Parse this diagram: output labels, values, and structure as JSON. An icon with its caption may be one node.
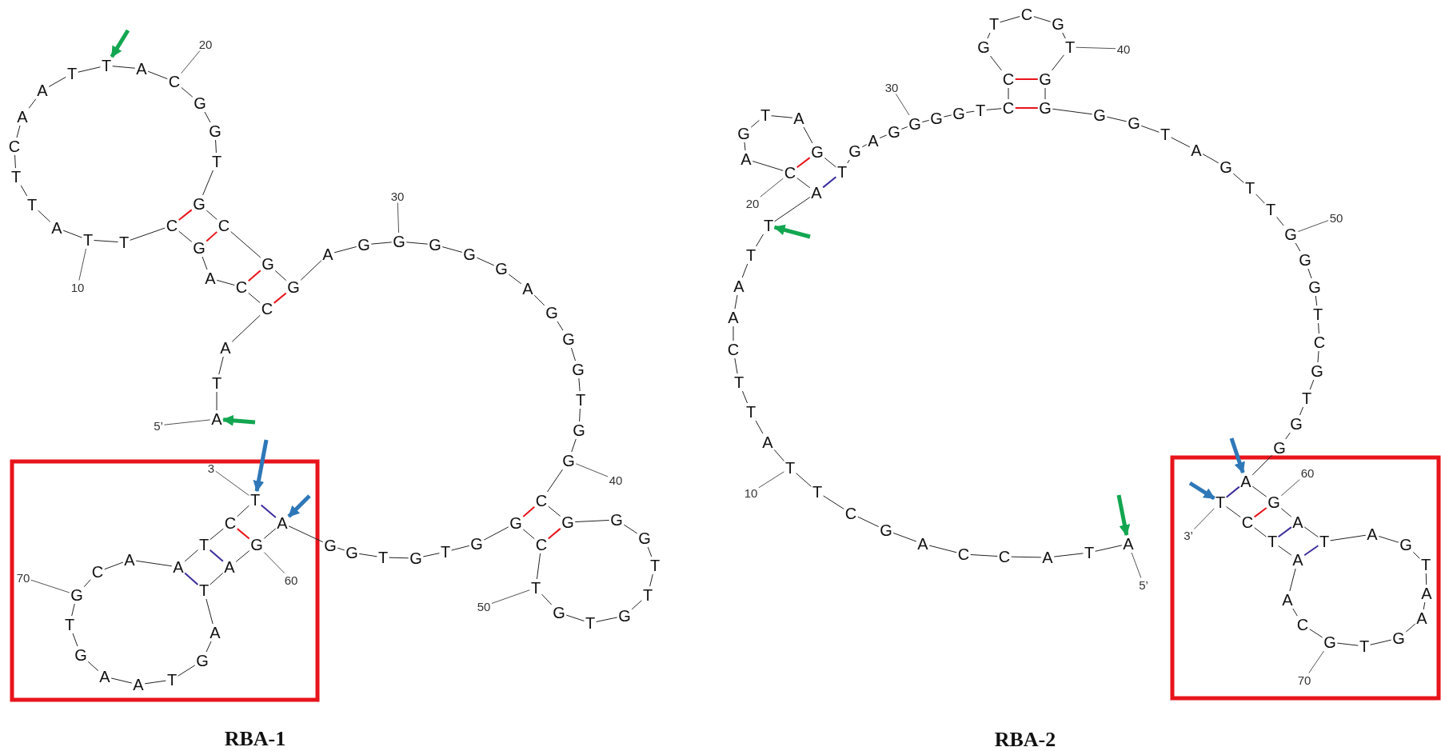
{
  "diagram": {
    "nodes": [
      {
        "text": [
          "A"
        ]
      },
      {
        "text": [
          "T"
        ]
      },
      {
        "text": [
          "A"
        ]
      },
      {
        "text": [
          "C"
        ]
      },
      {
        "text": [
          "C"
        ]
      },
      {
        "text": [
          "A"
        ]
      },
      {
        "text": [
          "G"
        ]
      },
      {
        "text": [
          "C"
        ]
      },
      {
        "text": [
          "T"
        ]
      },
      {
        "text": [
          "T"
        ]
      },
      {
        "text": [
          "A"
        ]
      },
      {
        "text": [
          "T"
        ]
      },
      {
        "text": [
          "T"
        ]
      },
      {
        "text": [
          "C"
        ]
      },
      {
        "text": [
          "A"
        ]
      },
      {
        "text": [
          "A"
        ]
      },
      {
        "text": [
          "T"
        ]
      },
      {
        "text": [
          "T"
        ]
      },
      {
        "text": [
          "A"
        ]
      },
      {
        "text": [
          "C"
        ]
      },
      {
        "text": [
          "G"
        ]
      },
      {
        "text": [
          "G"
        ]
      },
      {
        "text": [
          "T"
        ]
      },
      {
        "text": [
          "G"
        ]
      },
      {
        "text": [
          "C"
        ]
      },
      {
        "text": [
          "G"
        ]
      },
      {
        "text": [
          "G"
        ]
      },
      {
        "text": [
          "A"
        ]
      },
      {
        "text": [
          "G"
        ]
      },
      {
        "text": [
          "G"
        ]
      },
      {
        "text": [
          "G"
        ]
      },
      {
        "text": [
          "G"
        ]
      },
      {
        "text": [
          "G"
        ]
      },
      {
        "text": [
          "A"
        ]
      },
      {
        "text": [
          "G"
        ]
      },
      {
        "text": [
          "G"
        ]
      },
      {
        "text": [
          "G"
        ]
      },
      {
        "text": [
          "T"
        ]
      },
      {
        "text": [
          "G"
        ]
      },
      {
        "text": [
          "G"
        ]
      },
      {
        "text": [
          "C"
        ]
      },
      {
        "text": [
          "G"
        ]
      },
      {
        "text": [
          "G"
        ]
      },
      {
        "text": [
          "G"
        ]
      },
      {
        "text": [
          "T"
        ]
      },
      {
        "text": [
          "T"
        ]
      },
      {
        "text": [
          "G"
        ]
      },
      {
        "text": [
          "T"
        ]
      },
      {
        "text": [
          "G"
        ]
      },
      {
        "text": [
          "T"
        ]
      },
      {
        "text": [
          "C"
        ]
      },
      {
        "text": [
          "G"
        ]
      },
      {
        "text": [
          "G"
        ]
      },
      {
        "text": [
          "T"
        ]
      },
      {
        "text": [
          "G"
        ]
      },
      {
        "text": [
          "T"
        ]
      },
      {
        "text": [
          "G"
        ]
      },
      {
        "text": [
          "G"
        ]
      },
      {
        "text": [
          "A"
        ]
      },
      {
        "text": [
          "G"
        ]
      },
      {
        "text": [
          "A"
        ]
      },
      {
        "text": [
          "T"
        ]
      },
      {
        "text": [
          "A"
        ]
      },
      {
        "text": [
          "G"
        ]
      },
      {
        "text": [
          "T"
        ]
      },
      {
        "text": [
          "A"
        ]
      },
      {
        "text": [
          "A"
        ]
      },
      {
        "text": [
          "G"
        ]
      },
      {
        "text": [
          "T"
        ]
      },
      {
        "text": [
          "G"
        ]
      },
      {
        "text": [
          "C"
        ]
      },
      {
        "text": [
          "A"
        ]
      },
      {
        "text": [
          "A"
        ]
      },
      {
        "text": [
          "T"
        ]
      },
      {
        "text": [
          "C"
        ]
      },
      {
        "text": [
          "T"
        ]
      },
      {
        "text": [
          "5’"
        ]
      },
      {
        "text": [
          "10"
        ]
      },
      {
        "text": [
          "20"
        ]
      },
      {
        "text": [
          "30"
        ]
      },
      {
        "text": [
          "40"
        ]
      },
      {
        "text": [
          "50"
        ]
      },
      {
        "text": [
          "60"
        ]
      },
      {
        "text": [
          "70"
        ]
      },
      {
        "text": [
          "3"
        ]
      },
      {
        "text": [
          "A"
        ]
      },
      {
        "text": [
          "T"
        ]
      },
      {
        "text": [
          "A"
        ]
      },
      {
        "text": [
          "C"
        ]
      },
      {
        "text": [
          "C"
        ]
      },
      {
        "text": [
          "A"
        ]
      },
      {
        "text": [
          "G"
        ]
      },
      {
        "text": [
          "C"
        ]
      },
      {
        "text": [
          "T"
        ]
      },
      {
        "text": [
          "T"
        ]
      },
      {
        "text": [
          "A"
        ]
      },
      {
        "text": [
          "T"
        ]
      },
      {
        "text": [
          "T"
        ]
      },
      {
        "text": [
          "C"
        ]
      },
      {
        "text": [
          "A"
        ]
      },
      {
        "text": [
          "A"
        ]
      },
      {
        "text": [
          "T"
        ]
      },
      {
        "text": [
          "T"
        ]
      },
      {
        "text": [
          "A"
        ]
      },
      {
        "text": [
          "C"
        ]
      },
      {
        "text": [
          "A"
        ]
      },
      {
        "text": [
          "G"
        ]
      },
      {
        "text": [
          "T"
        ]
      },
      {
        "text": [
          "A"
        ]
      },
      {
        "text": [
          "G"
        ]
      },
      {
        "text": [
          "T"
        ]
      },
      {
        "text": [
          "G"
        ]
      },
      {
        "text": [
          "A"
        ]
      },
      {
        "text": [
          "G"
        ]
      },
      {
        "text": [
          "G"
        ]
      },
      {
        "text": [
          "G"
        ]
      },
      {
        "text": [
          "G"
        ]
      },
      {
        "text": [
          "T"
        ]
      },
      {
        "text": [
          "C"
        ]
      },
      {
        "text": [
          "C"
        ]
      },
      {
        "text": [
          "G"
        ]
      },
      {
        "text": [
          "T"
        ]
      },
      {
        "text": [
          "C"
        ]
      },
      {
        "text": [
          "G"
        ]
      },
      {
        "text": [
          "T"
        ]
      },
      {
        "text": [
          "G"
        ]
      },
      {
        "text": [
          "G"
        ]
      },
      {
        "text": [
          "G"
        ]
      },
      {
        "text": [
          "G"
        ]
      },
      {
        "text": [
          "T"
        ]
      },
      {
        "text": [
          "A"
        ]
      },
      {
        "text": [
          "G"
        ]
      },
      {
        "text": [
          "T"
        ]
      },
      {
        "text": [
          "T"
        ]
      },
      {
        "text": [
          "G"
        ]
      },
      {
        "text": [
          "G"
        ]
      },
      {
        "text": [
          "G"
        ]
      },
      {
        "text": [
          "T"
        ]
      },
      {
        "text": [
          "C"
        ]
      },
      {
        "text": [
          "G"
        ]
      },
      {
        "text": [
          "T"
        ]
      },
      {
        "text": [
          "G"
        ]
      },
      {
        "text": [
          "G"
        ]
      },
      {
        "text": [
          "A"
        ]
      },
      {
        "text": [
          "G"
        ]
      },
      {
        "text": [
          "A"
        ]
      },
      {
        "text": [
          "T"
        ]
      },
      {
        "text": [
          "A"
        ]
      },
      {
        "text": [
          "G"
        ]
      },
      {
        "text": [
          "T"
        ]
      },
      {
        "text": [
          "A"
        ]
      },
      {
        "text": [
          "A"
        ]
      },
      {
        "text": [
          "G"
        ]
      },
      {
        "text": [
          "T"
        ]
      },
      {
        "text": [
          "G"
        ]
      },
      {
        "text": [
          "C"
        ]
      },
      {
        "text": [
          "A"
        ]
      },
      {
        "text": [
          "A"
        ]
      },
      {
        "text": [
          "T"
        ]
      },
      {
        "text": [
          "C"
        ]
      },
      {
        "text": [
          "T"
        ]
      },
      {
        "text": [
          "5’"
        ]
      },
      {
        "text": [
          "10"
        ]
      },
      {
        "text": [
          "20"
        ]
      },
      {
        "text": [
          "30"
        ]
      },
      {
        "text": [
          "40"
        ]
      },
      {
        "text": [
          "50"
        ]
      },
      {
        "text": [
          "60"
        ]
      },
      {
        "text": [
          "70"
        ]
      },
      {
        "text": [
          "3’"
        ]
      }
    ],
    "edges": [
      {
        "from": 0,
        "to": 1,
        "arrow": "none"
      },
      {
        "from": 1,
        "to": 2,
        "arrow": "none"
      },
      {
        "from": 2,
        "to": 3,
        "arrow": "none"
      },
      {
        "from": 3,
        "to": 4,
        "arrow": "none"
      },
      {
        "from": 4,
        "to": 5,
        "arrow": "none"
      },
      {
        "from": 5,
        "to": 6,
        "arrow": "none"
      },
      {
        "from": 6,
        "to": 7,
        "arrow": "none"
      },
      {
        "from": 7,
        "to": 8,
        "arrow": "none"
      },
      {
        "from": 8,
        "to": 9,
        "arrow": "none"
      },
      {
        "from": 9,
        "to": 10,
        "arrow": "none"
      },
      {
        "from": 10,
        "to": 11,
        "arrow": "none"
      },
      {
        "from": 11,
        "to": 12,
        "arrow": "none"
      },
      {
        "from": 12,
        "to": 13,
        "arrow": "none"
      },
      {
        "from": 13,
        "to": 14,
        "arrow": "none"
      },
      {
        "from": 14,
        "to": 15,
        "arrow": "none"
      },
      {
        "from": 15,
        "to": 16,
        "arrow": "none"
      },
      {
        "from": 16,
        "to": 17,
        "arrow": "none"
      },
      {
        "from": 17,
        "to": 18,
        "arrow": "none"
      },
      {
        "from": 18,
        "to": 19,
        "arrow": "none"
      },
      {
        "from": 19,
        "to": 20,
        "arrow": "none"
      },
      {
        "from": 20,
        "to": 21,
        "arrow": "none"
      },
      {
        "from": 21,
        "to": 22,
        "arrow": "none"
      },
      {
        "from": 22,
        "to": 23,
        "arrow": "none"
      },
      {
        "from": 23,
        "to": 24,
        "arrow": "none"
      },
      {
        "from": 24,
        "to": 25,
        "arrow": "none"
      },
      {
        "from": 25,
        "to": 26,
        "arrow": "none"
      },
      {
        "from": 26,
        "to": 27,
        "arrow": "none"
      },
      {
        "from": 27,
        "to": 28,
        "arrow": "none"
      },
      {
        "from": 28,
        "to": 29,
        "arrow": "none"
      },
      {
        "from": 29,
        "to": 30,
        "arrow": "none"
      },
      {
        "from": 30,
        "to": 31,
        "arrow": "none"
      },
      {
        "from": 31,
        "to": 32,
        "arrow": "none"
      },
      {
        "from": 32,
        "to": 33,
        "arrow": "none"
      },
      {
        "from": 33,
        "to": 34,
        "arrow": "none"
      },
      {
        "from": 34,
        "to": 35,
        "arrow": "none"
      },
      {
        "from": 35,
        "to": 36,
        "arrow": "none"
      },
      {
        "from": 36,
        "to": 37,
        "arrow": "none"
      },
      {
        "from": 37,
        "to": 38,
        "arrow": "none"
      },
      {
        "from": 38,
        "to": 39,
        "arrow": "none"
      },
      {
        "from": 39,
        "to": 40,
        "arrow": "none"
      },
      {
        "from": 40,
        "to": 41,
        "arrow": "none"
      },
      {
        "from": 41,
        "to": 42,
        "arrow": "none"
      },
      {
        "from": 42,
        "to": 43,
        "arrow": "none"
      },
      {
        "from": 43,
        "to": 44,
        "arrow": "none"
      },
      {
        "from": 44,
        "to": 45,
        "arrow": "none"
      },
      {
        "from": 45,
        "to": 46,
        "arrow": "none"
      },
      {
        "from": 46,
        "to": 47,
        "arrow": "none"
      },
      {
        "from": 47,
        "to": 48,
        "arrow": "none"
      },
      {
        "from": 48,
        "to": 49,
        "arrow": "none"
      },
      {
        "from": 49,
        "to": 50,
        "arrow": "none"
      },
      {
        "from": 50,
        "to": 51,
        "arrow": "none"
      },
      {
        "from": 51,
        "to": 52,
        "arrow": "none"
      },
      {
        "from": 52,
        "to": 53,
        "arrow": "none"
      },
      {
        "from": 53,
        "to": 54,
        "arrow": "none"
      },
      {
        "from": 54,
        "to": 55,
        "arrow": "none"
      },
      {
        "from": 55,
        "to": 56,
        "arrow": "none"
      },
      {
        "from": 56,
        "to": 57,
        "arrow": "none"
      },
      {
        "from": 57,
        "to": 58,
        "arrow": "none"
      },
      {
        "from": 58,
        "to": 59,
        "arrow": "none"
      },
      {
        "from": 59,
        "to": 60,
        "arrow": "none"
      },
      {
        "from": 60,
        "to": 61,
        "arrow": "none"
      },
      {
        "from": 61,
        "to": 62,
        "arrow": "none"
      },
      {
        "from": 62,
        "to": 63,
        "arrow": "none"
      },
      {
        "from": 63,
        "to": 64,
        "arrow": "none"
      },
      {
        "from": 64,
        "to": 65,
        "arrow": "none"
      },
      {
        "from": 65,
        "to": 66,
        "arrow": "none"
      },
      {
        "from": 66,
        "to": 67,
        "arrow": "none"
      },
      {
        "from": 67,
        "to": 68,
        "arrow": "none"
      },
      {
        "from": 68,
        "to": 69,
        "arrow": "none"
      },
      {
        "from": 69,
        "to": 70,
        "arrow": "none"
      },
      {
        "from": 70,
        "to": 71,
        "arrow": "none"
      },
      {
        "from": 71,
        "to": 72,
        "arrow": "none"
      },
      {
        "from": 72,
        "to": 73,
        "arrow": "none"
      },
      {
        "from": 73,
        "to": 74,
        "arrow": "none"
      },
      {
        "from": 74,
        "to": 75,
        "arrow": "none"
      },
      {
        "from": 3,
        "to": 26,
        "arrow": "none",
        "color": "#e8141b"
      },
      {
        "from": 4,
        "to": 25,
        "arrow": "none",
        "color": "#e8141b"
      },
      {
        "from": 6,
        "to": 24,
        "arrow": "none",
        "color": "#e8141b"
      },
      {
        "from": 7,
        "to": 23,
        "arrow": "none",
        "color": "#e8141b"
      },
      {
        "from": 40,
        "to": 51,
        "arrow": "none",
        "color": "#e8141b"
      },
      {
        "from": 41,
        "to": 50,
        "arrow": "none",
        "color": "#e8141b"
      },
      {
        "from": 58,
        "to": 75,
        "arrow": "none",
        "color": "#3a2d9c"
      },
      {
        "from": 59,
        "to": 74,
        "arrow": "none",
        "color": "#e8141b"
      },
      {
        "from": 60,
        "to": 73,
        "arrow": "none",
        "color": "#3a2d9c"
      },
      {
        "from": 61,
        "to": 72,
        "arrow": "none",
        "color": "#3a2d9c"
      },
      {
        "from": 76,
        "to": 0,
        "arrow": "none"
      },
      {
        "from": 77,
        "to": 9,
        "arrow": "none"
      },
      {
        "from": 78,
        "to": 19,
        "arrow": "none"
      },
      {
        "from": 79,
        "to": 29,
        "arrow": "none"
      },
      {
        "from": 80,
        "to": 39,
        "arrow": "none"
      },
      {
        "from": 81,
        "to": 49,
        "arrow": "none"
      },
      {
        "from": 82,
        "to": 59,
        "arrow": "none"
      },
      {
        "from": 83,
        "to": 69,
        "arrow": "none"
      },
      {
        "from": 84,
        "to": 75,
        "arrow": "none"
      },
      {
        "from": null,
        "to": 17,
        "arrow": "to",
        "style": "thick",
        "color": "#12a650"
      },
      {
        "from": null,
        "to": 0,
        "arrow": "to",
        "style": "thick",
        "color": "#12a650"
      },
      {
        "from": null,
        "to": 75,
        "arrow": "to",
        "style": "thick",
        "color": "#2f78b8"
      },
      {
        "from": null,
        "to": 58,
        "arrow": "to",
        "style": "thick",
        "color": "#2f78b8"
      },
      {
        "from": 85,
        "to": 86,
        "arrow": "none"
      },
      {
        "from": 86,
        "to": 87,
        "arrow": "none"
      },
      {
        "from": 87,
        "to": 88,
        "arrow": "none"
      },
      {
        "from": 88,
        "to": 89,
        "arrow": "none"
      },
      {
        "from": 89,
        "to": 90,
        "arrow": "none"
      },
      {
        "from": 90,
        "to": 91,
        "arrow": "none"
      },
      {
        "from": 91,
        "to": 92,
        "arrow": "none"
      },
      {
        "from": 92,
        "to": 93,
        "arrow": "none"
      },
      {
        "from": 93,
        "to": 94,
        "arrow": "none"
      },
      {
        "from": 94,
        "to": 95,
        "arrow": "none"
      },
      {
        "from": 95,
        "to": 96,
        "arrow": "none"
      },
      {
        "from": 96,
        "to": 97,
        "arrow": "none"
      },
      {
        "from": 97,
        "to": 98,
        "arrow": "none"
      },
      {
        "from": 98,
        "to": 99,
        "arrow": "none"
      },
      {
        "from": 99,
        "to": 100,
        "arrow": "none"
      },
      {
        "from": 100,
        "to": 101,
        "arrow": "none"
      },
      {
        "from": 101,
        "to": 102,
        "arrow": "none"
      },
      {
        "from": 102,
        "to": 103,
        "arrow": "none"
      },
      {
        "from": 103,
        "to": 104,
        "arrow": "none"
      },
      {
        "from": 104,
        "to": 105,
        "arrow": "none"
      },
      {
        "from": 105,
        "to": 106,
        "arrow": "none"
      },
      {
        "from": 106,
        "to": 107,
        "arrow": "none"
      },
      {
        "from": 107,
        "to": 108,
        "arrow": "none"
      },
      {
        "from": 108,
        "to": 109,
        "arrow": "none"
      },
      {
        "from": 109,
        "to": 110,
        "arrow": "none"
      },
      {
        "from": 110,
        "to": 111,
        "arrow": "none"
      },
      {
        "from": 111,
        "to": 112,
        "arrow": "none"
      },
      {
        "from": 112,
        "to": 113,
        "arrow": "none"
      },
      {
        "from": 113,
        "to": 114,
        "arrow": "none"
      },
      {
        "from": 114,
        "to": 115,
        "arrow": "none"
      },
      {
        "from": 115,
        "to": 116,
        "arrow": "none"
      },
      {
        "from": 116,
        "to": 117,
        "arrow": "none"
      },
      {
        "from": 117,
        "to": 118,
        "arrow": "none"
      },
      {
        "from": 118,
        "to": 119,
        "arrow": "none"
      },
      {
        "from": 119,
        "to": 120,
        "arrow": "none"
      },
      {
        "from": 120,
        "to": 121,
        "arrow": "none"
      },
      {
        "from": 121,
        "to": 122,
        "arrow": "none"
      },
      {
        "from": 122,
        "to": 123,
        "arrow": "none"
      },
      {
        "from": 123,
        "to": 124,
        "arrow": "none"
      },
      {
        "from": 124,
        "to": 125,
        "arrow": "none"
      },
      {
        "from": 125,
        "to": 126,
        "arrow": "none"
      },
      {
        "from": 126,
        "to": 127,
        "arrow": "none"
      },
      {
        "from": 127,
        "to": 128,
        "arrow": "none"
      },
      {
        "from": 128,
        "to": 129,
        "arrow": "none"
      },
      {
        "from": 129,
        "to": 130,
        "arrow": "none"
      },
      {
        "from": 130,
        "to": 131,
        "arrow": "none"
      },
      {
        "from": 131,
        "to": 132,
        "arrow": "none"
      },
      {
        "from": 132,
        "to": 133,
        "arrow": "none"
      },
      {
        "from": 133,
        "to": 134,
        "arrow": "none"
      },
      {
        "from": 134,
        "to": 135,
        "arrow": "none"
      },
      {
        "from": 135,
        "to": 136,
        "arrow": "none"
      },
      {
        "from": 136,
        "to": 137,
        "arrow": "none"
      },
      {
        "from": 137,
        "to": 138,
        "arrow": "none"
      },
      {
        "from": 138,
        "to": 139,
        "arrow": "none"
      },
      {
        "from": 139,
        "to": 140,
        "arrow": "none"
      },
      {
        "from": 140,
        "to": 141,
        "arrow": "none"
      },
      {
        "from": 141,
        "to": 142,
        "arrow": "none"
      },
      {
        "from": 142,
        "to": 143,
        "arrow": "none"
      },
      {
        "from": 143,
        "to": 144,
        "arrow": "none"
      },
      {
        "from": 144,
        "to": 145,
        "arrow": "none"
      },
      {
        "from": 145,
        "to": 146,
        "arrow": "none"
      },
      {
        "from": 146,
        "to": 147,
        "arrow": "none"
      },
      {
        "from": 147,
        "to": 148,
        "arrow": "none"
      },
      {
        "from": 148,
        "to": 149,
        "arrow": "none"
      },
      {
        "from": 149,
        "to": 150,
        "arrow": "none"
      },
      {
        "from": 150,
        "to": 151,
        "arrow": "none"
      },
      {
        "from": 151,
        "to": 152,
        "arrow": "none"
      },
      {
        "from": 152,
        "to": 153,
        "arrow": "none"
      },
      {
        "from": 153,
        "to": 154,
        "arrow": "none"
      },
      {
        "from": 154,
        "to": 155,
        "arrow": "none"
      },
      {
        "from": 155,
        "to": 156,
        "arrow": "none"
      },
      {
        "from": 156,
        "to": 157,
        "arrow": "none"
      },
      {
        "from": 157,
        "to": 158,
        "arrow": "none"
      },
      {
        "from": 158,
        "to": 159,
        "arrow": "none"
      },
      {
        "from": 159,
        "to": 160,
        "arrow": "none"
      },
      {
        "from": 103,
        "to": 110,
        "arrow": "none",
        "color": "#3a2d9c"
      },
      {
        "from": 104,
        "to": 109,
        "arrow": "none",
        "color": "#e8141b"
      },
      {
        "from": 118,
        "to": 126,
        "arrow": "none",
        "color": "#e8141b"
      },
      {
        "from": 119,
        "to": 125,
        "arrow": "none",
        "color": "#e8141b"
      },
      {
        "from": 143,
        "to": 160,
        "arrow": "none",
        "color": "#3a2d9c"
      },
      {
        "from": 144,
        "to": 159,
        "arrow": "none",
        "color": "#e8141b"
      },
      {
        "from": 145,
        "to": 158,
        "arrow": "none",
        "color": "#3a2d9c"
      },
      {
        "from": 146,
        "to": 157,
        "arrow": "none",
        "color": "#3a2d9c"
      },
      {
        "from": 161,
        "to": 85,
        "arrow": "none"
      },
      {
        "from": 162,
        "to": 94,
        "arrow": "none"
      },
      {
        "from": 163,
        "to": 104,
        "arrow": "none"
      },
      {
        "from": 164,
        "to": 114,
        "arrow": "none"
      },
      {
        "from": 165,
        "to": 124,
        "arrow": "none"
      },
      {
        "from": 166,
        "to": 134,
        "arrow": "none"
      },
      {
        "from": 167,
        "to": 144,
        "arrow": "none"
      },
      {
        "from": 168,
        "to": 154,
        "arrow": "none"
      },
      {
        "from": 169,
        "to": 160,
        "arrow": "none"
      },
      {
        "from": null,
        "to": 102,
        "arrow": "to",
        "style": "thick",
        "color": "#12a650"
      },
      {
        "from": null,
        "to": 85,
        "arrow": "to",
        "style": "thick",
        "color": "#12a650"
      },
      {
        "from": null,
        "to": 160,
        "arrow": "to",
        "style": "thick",
        "color": "#2f78b8"
      },
      {
        "from": null,
        "to": 143,
        "arrow": "to",
        "style": "thick",
        "color": "#2f78b8"
      }
    ],
    "labels": [
      "RBA-1",
      "RBA-2"
    ]
  }
}
